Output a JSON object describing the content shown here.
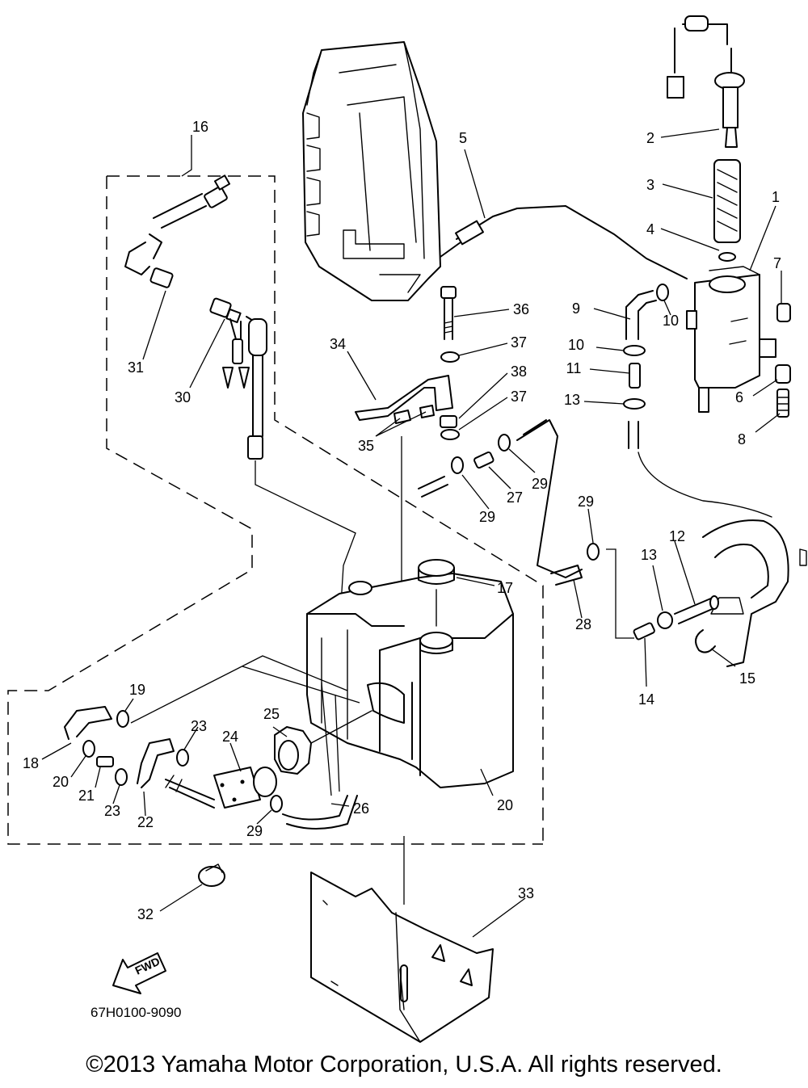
{
  "callouts": [
    "1",
    "2",
    "3",
    "4",
    "5",
    "6",
    "7",
    "8",
    "9",
    "10",
    "10",
    "11",
    "12",
    "13",
    "13",
    "14",
    "15",
    "16",
    "17",
    "18",
    "19",
    "20",
    "20",
    "21",
    "22",
    "23",
    "23",
    "24",
    "25",
    "26",
    "27",
    "28",
    "29",
    "29",
    "29",
    "29",
    "30",
    "31",
    "32",
    "33",
    "34",
    "35",
    "36",
    "37",
    "37",
    "38"
  ],
  "fwd_label": "FWD",
  "diagram_code": "67H0100-9090",
  "copyright": "©2013 Yamaha Motor Corporation, U.S.A. All rights reserved."
}
